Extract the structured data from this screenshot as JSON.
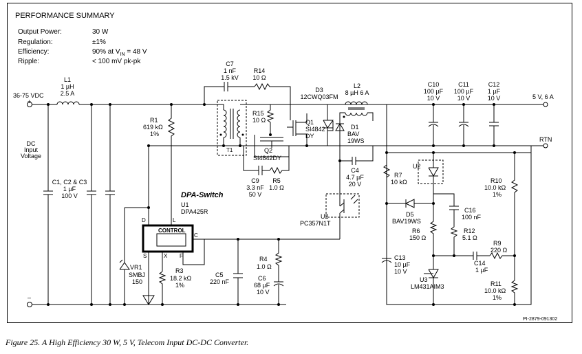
{
  "summary": {
    "title": "PERFORMANCE SUMMARY",
    "rows": [
      {
        "k": "Output Power:",
        "v": "30 W"
      },
      {
        "k": "Regulation:",
        "v": "±1%"
      },
      {
        "k": "Efficiency:",
        "v": "90% at V",
        "sub": "IN",
        "v2": " = 48 V"
      },
      {
        "k": "Ripple:",
        "v": "< 100 mV pk-pk"
      }
    ]
  },
  "input": {
    "voltage": "36-75 VDC",
    "plus": "+",
    "minus": "–",
    "desc": [
      "DC",
      "Input",
      "Voltage"
    ]
  },
  "output": {
    "label": "5 V, 6 A",
    "rtn": "RTN"
  },
  "components": {
    "l1": [
      "L1",
      "1 µH",
      "2.5 A"
    ],
    "c123": [
      "C1, C2 & C3",
      "1 µF",
      "100 V"
    ],
    "r1": [
      "R1",
      "619 kΩ",
      "1%"
    ],
    "c7": [
      "C7",
      "1 nF",
      "1.5 kV"
    ],
    "r14": [
      "R14",
      "10 Ω"
    ],
    "r15": [
      "R15",
      "10 Ω"
    ],
    "t1": "T1",
    "q1": [
      "Q1",
      "SI4842",
      "DY"
    ],
    "q2": [
      "Q2",
      "SI4842DY"
    ],
    "c9": [
      "C9",
      "3.3 nF",
      "50 V"
    ],
    "r5": [
      "R5",
      "1.0 Ω"
    ],
    "d3": [
      "D3",
      "12CWQ03FM"
    ],
    "l2": [
      "L2",
      "8 µH 6 A"
    ],
    "d1": [
      "D1",
      "BAV",
      "19WS"
    ],
    "c4": [
      "C4",
      "4.7 µF",
      "20 V"
    ],
    "c10": [
      "C10",
      "100 µF",
      "10 V"
    ],
    "c11": [
      "C11",
      "100 µF",
      "10 V"
    ],
    "c12": [
      "C12",
      "1 µF",
      "10 V"
    ],
    "dpa": "DPA-Switch",
    "u1": [
      "U1",
      "DPA425R"
    ],
    "control": "CONTROL",
    "pins": {
      "d": "D",
      "l": "L",
      "s": "S",
      "x": "X",
      "f": "F",
      "c": "C"
    },
    "u2a": [
      "U2",
      "PC357N1T"
    ],
    "u2b": "U2",
    "vr1": [
      "VR1",
      "SMBJ",
      "150"
    ],
    "r3": [
      "R3",
      "18.2 kΩ",
      "1%"
    ],
    "c5": [
      "C5",
      "220 nF"
    ],
    "r4": [
      "R4",
      "1.0 Ω"
    ],
    "c6": [
      "C6",
      "68 µF",
      "10 V"
    ],
    "r7": [
      "R7",
      "10 kΩ"
    ],
    "d5": [
      "D5",
      "BAV19WS"
    ],
    "c16": [
      "C16",
      "100 nF"
    ],
    "r6": [
      "R6",
      "150 Ω"
    ],
    "r12": [
      "R12",
      "5.1 Ω"
    ],
    "r10": [
      "R10",
      "10.0 kΩ",
      "1%"
    ],
    "r9": [
      "R9",
      "220 Ω"
    ],
    "c14": [
      "C14",
      "1 µF"
    ],
    "c13": [
      "C13",
      "10 µF",
      "10 V"
    ],
    "u3": [
      "U3",
      "LM431AIM3"
    ],
    "r11": [
      "R11",
      "10.0 kΩ",
      "1%"
    ]
  },
  "ref": "PI-2879-091302",
  "caption": "Figure 25.  A High Efficiency 30 W, 5 V, Telecom Input DC-DC Converter."
}
